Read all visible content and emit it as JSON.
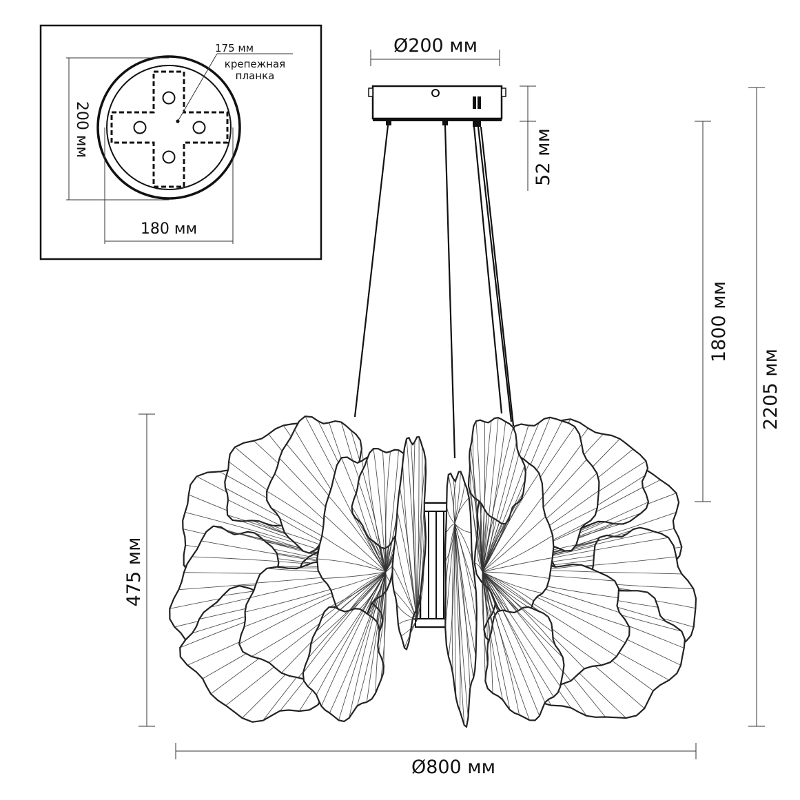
{
  "inset": {
    "mount_label": "175 мм",
    "bracket_label_line1": "крепежная",
    "bracket_label_line2": "планка",
    "height_label": "200 мм",
    "width_label": "180 мм"
  },
  "dimensions": {
    "canopy_diameter": "Ø200 мм",
    "canopy_height": "52 мм",
    "suspension_length": "1800 мм",
    "total_height": "2205 мм",
    "body_height": "475 мм",
    "body_diameter": "Ø800 мм"
  },
  "colors": {
    "line": "#111111",
    "background": "#ffffff"
  }
}
